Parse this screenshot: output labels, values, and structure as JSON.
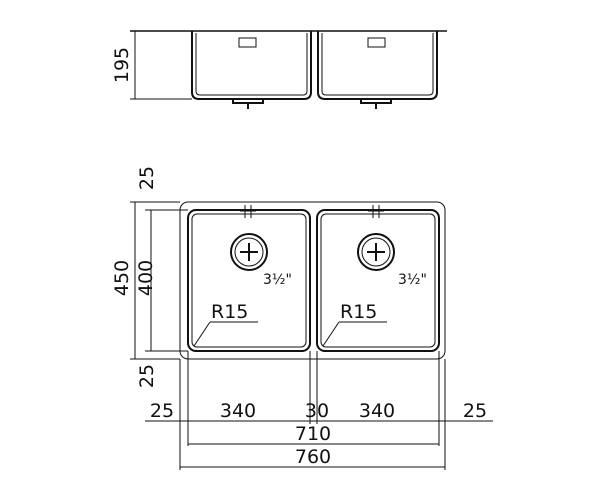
{
  "side_view": {
    "height_dim": "195"
  },
  "top_view": {
    "depth_dims": {
      "top_margin": "25",
      "outer_depth": "450",
      "inner_depth": "400",
      "bottom_margin": "25"
    },
    "radius_label": "R15",
    "drain_size_label": "3½\"",
    "width_dims": {
      "left_margin": "25",
      "bowl_1": "340",
      "divider": "30",
      "bowl_2": "340",
      "right_margin": "25",
      "inner_total": "710",
      "outer_total": "760"
    }
  }
}
